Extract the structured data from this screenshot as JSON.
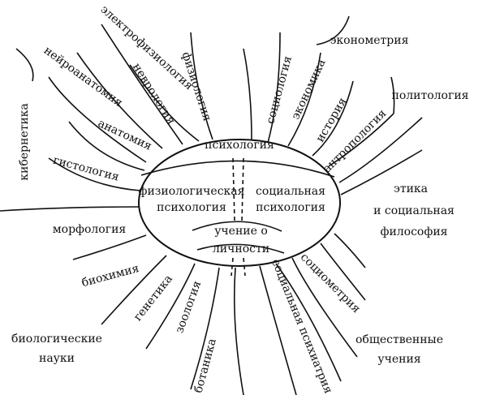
{
  "center": {
    "title": "психология",
    "left": [
      "физиологическая",
      "психология"
    ],
    "right": [
      "социальная",
      "психология"
    ],
    "bottom": [
      "учение о",
      "личности"
    ]
  },
  "biological": {
    "items": [
      "кибернетика",
      "нейроанатомия",
      "электрофизиология",
      "неврология",
      "физиология",
      "анатомия",
      "гистология",
      "морфология",
      "биохимия",
      "генетика",
      "зоология",
      "ботаника"
    ],
    "group": [
      "биологические",
      "науки"
    ]
  },
  "social": {
    "items": [
      "социология",
      "экономика",
      "эконометрия",
      "история",
      "политология",
      "антропология",
      "социометрия",
      "социальная психиатрия"
    ],
    "ethics": [
      "этика",
      "и социальная",
      "философия"
    ],
    "group": [
      "общественные",
      "учения"
    ]
  }
}
